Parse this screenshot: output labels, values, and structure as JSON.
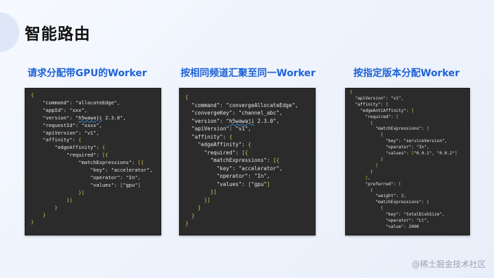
{
  "title": "智能路由",
  "columns": [
    {
      "heading": "请求分配带GPU的Worker",
      "code": [
        "{",
        "    \"command\": \"allocateEdge\",",
        "    \"appId\": \"xxx\",",
        "    \"version\": \"h5wawaji 2.3.0\",",
        "    \"requestId\": \"xxxx\",",
        "    \"apiVersion\": \"v1\",",
        "    \"affinity\": {",
        "        \"edgeAffinity\": {",
        "            \"required\": [{",
        "                \"matchExpressions\": [{",
        "                    \"key\": \"accelerator\",",
        "                    \"operator\": \"In\",",
        "                    \"values\": [\"gpu\"]",
        "                }]",
        "            }]",
        "        }",
        "    }",
        "}"
      ]
    },
    {
      "heading": "按相同频道汇聚至同一Worker",
      "code": [
        "{",
        "  \"command\": \"convergeAllocateEdge\",",
        "  \"convergeKey\": \"channel_abc\",",
        "  \"version\": \"h5wawaji 2.3.0\",",
        "  \"apiVersion\": \"v1\",",
        "  \"affinity\": {",
        "    \"edgeAffinity\": {",
        "      \"required\": [{",
        "        \"matchExpressions\": [{",
        "          \"key\": \"accelerator\",",
        "          \"operator\": \"In\",",
        "          \"values\": [\"gpu\"]",
        "        }]",
        "      }]",
        "    }",
        "  }",
        "}"
      ]
    },
    {
      "heading": "按指定版本分配Worker",
      "code": [
        "{",
        "  \"apiVersion\": \"v1\",",
        "  \"affinity\": {",
        "    \"edgeAntiAffinity\": {",
        "      \"required\": [",
        "        {",
        "          \"matchExpressions\": [",
        "            {",
        "              \"key\": \"serviceVersion\",",
        "              \"operator\": \"In\",",
        "              \"values\": [\"0.0.1\", \"0.0.2\"]",
        "            }",
        "          ]",
        "        }",
        "      ],",
        "      \"preferred\": [",
        "        {",
        "          \"weight\": 2,",
        "          \"matchExpressions\": [",
        "            {",
        "              \"key\": \"totalDiskSize\",",
        "              \"operator\": \"Lt\",",
        "              \"value\": 2000"
      ]
    }
  ],
  "watermark": "@稀土掘金技术社区"
}
